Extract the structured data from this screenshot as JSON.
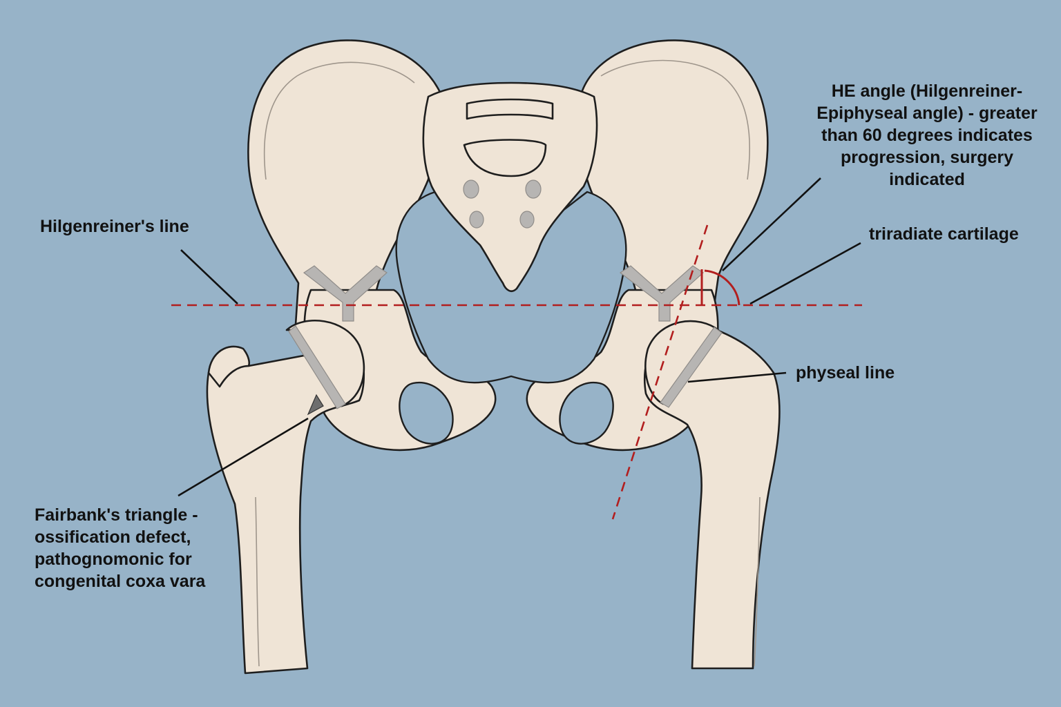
{
  "labels": {
    "hilgenreiner_line": "Hilgenreiner's line",
    "he_angle": "HE angle (Hilgenreiner-\nEpiphyseal angle) - greater\nthan 60 degrees indicates\nprogression, surgery indicated",
    "triradiate_cartilage": "triradiate cartilage",
    "physeal_line": "physeal line",
    "fairbanks_triangle": "Fairbank's triangle -\nossification defect,\npathognomonic for\ncongenital coxa vara"
  },
  "colors": {
    "background": "#97b3c8",
    "bone": "#efe4d6",
    "bone_outline": "#1e1e1e",
    "cartilage": "#b7b5b3",
    "measurement_line": "#b21e1e",
    "leader_line": "#111111"
  }
}
